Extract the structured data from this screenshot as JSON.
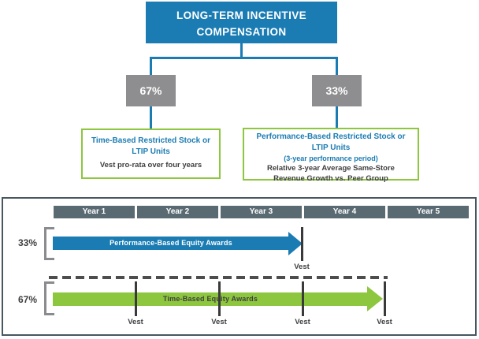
{
  "flowchart": {
    "title_line1": "LONG-TERM INCENTIVE",
    "title_line2": "COMPENSATION",
    "left": {
      "percent": "67%",
      "title_line1": "Time-Based Restricted Stock or",
      "title_line2": "LTIP Units",
      "detail": "Vest pro-rata over four years"
    },
    "right": {
      "percent": "33%",
      "title_line1": "Performance-Based Restricted Stock or",
      "title_line2": "LTIP Units",
      "subtitle": "(3-year performance period)",
      "detail_line1": "Relative 3-year Average Same-Store",
      "detail_line2": "Revenue Growth vs. Peer Group"
    }
  },
  "timeline": {
    "years": [
      "Year 1",
      "Year 2",
      "Year 3",
      "Year 4",
      "Year 5"
    ],
    "performance_row": {
      "percent": "33%",
      "arrow_label": "Performance-Based Equity Awards",
      "vest_label": "Vest"
    },
    "time_row": {
      "percent": "67%",
      "arrow_label": "Time-Based Equity Awards",
      "vest_label": "Vest"
    }
  },
  "colors": {
    "blue": "#1b7cb3",
    "green": "#8dc63f",
    "percent_box_gray": "#8e8e90",
    "year_header_slate": "#5a6a73",
    "panel_border": "#47565f",
    "dark_text": "#3f3f3f",
    "bracket_gray": "#898b8e"
  }
}
